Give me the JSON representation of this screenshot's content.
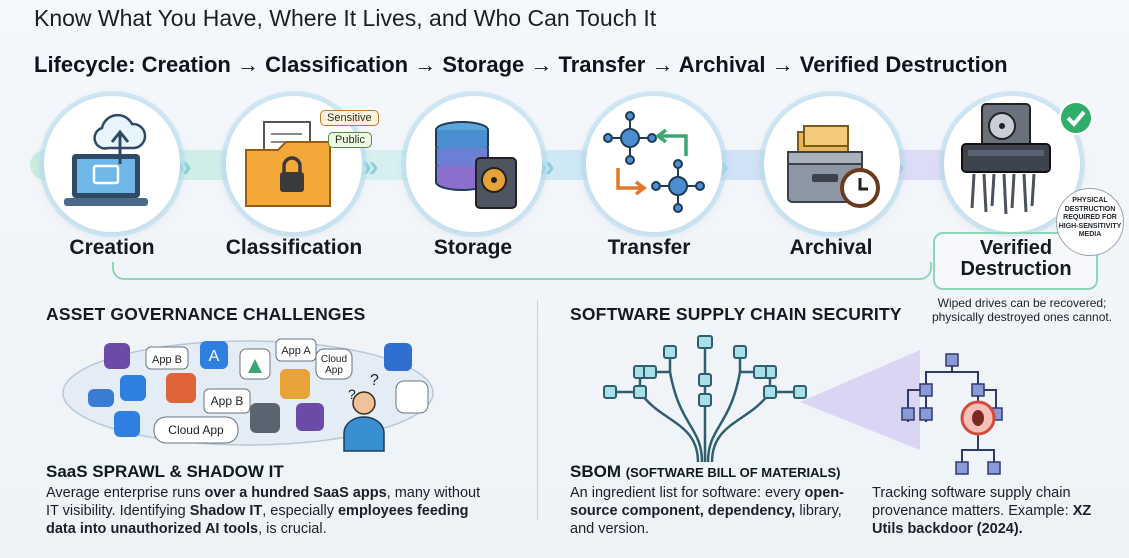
{
  "header": {
    "title": "Know What You Have, Where It Lives, and Who Can Touch It",
    "lifecycle": "Lifecycle: Creation → Classification → Storage → Transfer → Archival → Verified Destruction"
  },
  "stages": [
    {
      "label": "Creation",
      "icon": "laptop-cloud-upload-icon"
    },
    {
      "label": "Classification",
      "icon": "locked-folder-icon",
      "tags": [
        "Sensitive",
        "Public"
      ]
    },
    {
      "label": "Storage",
      "icon": "database-disk-icon"
    },
    {
      "label": "Transfer",
      "icon": "network-transfer-icon"
    },
    {
      "label": "Archival",
      "icon": "archive-drawer-clock-icon"
    },
    {
      "label": "Verified",
      "label2": "Destruction",
      "icon": "hard-drive-shredder-icon"
    }
  ],
  "badge": {
    "line1": "PHYSICAL",
    "line2": "DESTRUCTION",
    "line3": "REQUIRED FOR",
    "line4": "HIGH-SENSITIVITY",
    "line5": "MEDIA"
  },
  "wipe_note": {
    "line1": "Wiped drives can be recovered;",
    "line2": "physically destroyed ones cannot."
  },
  "left_section": {
    "heading": "ASSET GOVERNANCE CHALLENGES",
    "app_labels": [
      "App B",
      "App A",
      "Cloud App",
      "App B",
      "Cloud App"
    ],
    "subheading": "SaaS SPRAWL & SHADOW IT",
    "text": {
      "p1": "Average enterprise runs ",
      "b1": "over a hundred SaaS apps",
      "p2": ", many without IT visibility. Identifying ",
      "b2": "Shadow IT",
      "p3": ", especially ",
      "b3": "employees feeding data into unauthorized AI tools",
      "p4": ", is crucial."
    }
  },
  "right_section": {
    "heading": "SOFTWARE SUPPLY CHAIN SECURITY",
    "sbom_heading": "SBOM",
    "sbom_sub": "(SOFTWARE BILL OF MATERIALS)",
    "sbom_text": {
      "p1": "An ingredient list for software: every ",
      "b1": "open-source component, dependency,",
      "p2": " library, and version."
    },
    "tracking_text": {
      "p1": "Tracking software supply chain provenance matters. Example: ",
      "b1": "XZ Utils backdoor (2024)."
    }
  },
  "colors": {
    "accent_green": "#8fd6b7",
    "accent_blue": "#3a7bd5",
    "accent_purple": "#8a7fd8",
    "warning_red": "#d44b3b"
  }
}
